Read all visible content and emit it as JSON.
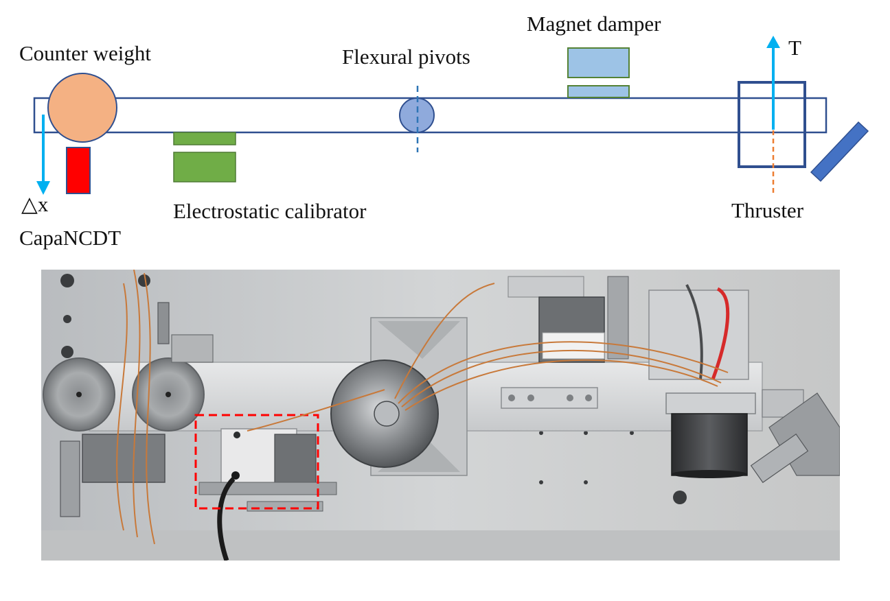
{
  "labels": {
    "counter_weight": "Counter weight",
    "flexural_pivots": "Flexural pivots",
    "magnet_damper": "Magnet damper",
    "thrust": "T",
    "delta_x": "△x",
    "capancdt": "CapaNCDT",
    "electrostatic_calibrator": "Electrostatic calibrator",
    "thruster": "Thruster"
  },
  "colors": {
    "beam_outline": "#2f4f8f",
    "counter_weight_fill": "#f4b183",
    "sensor_red": "#ff0000",
    "calibrator_green": "#70ad47",
    "pivot_blue": "#8faadc",
    "damper_blue": "#9dc3e6",
    "arrow_cyan": "#00b0f0",
    "thruster_frame": "#2f4f8f",
    "thruster_axis": "#ed7d31",
    "mirror_blue": "#4472c4",
    "selection_box": "#ff0000"
  },
  "photo": {
    "description_icon": "thrust-stand-photo",
    "highlight_region": "dashed-red-box"
  }
}
